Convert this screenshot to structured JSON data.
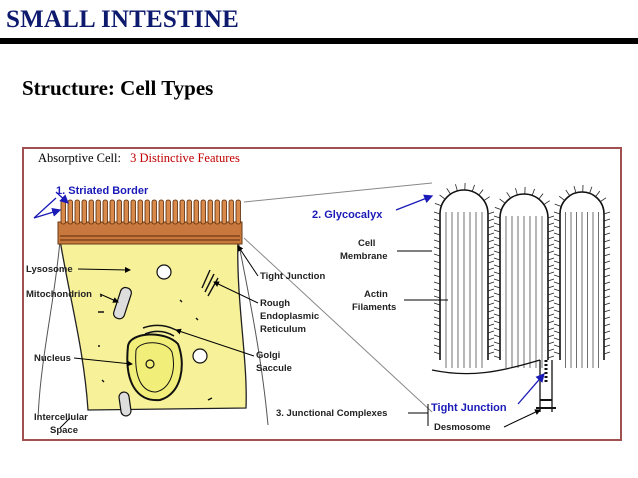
{
  "slide": {
    "title": "SMALL INTESTINE",
    "subtitle": "Structure:  Cell Types"
  },
  "diagram": {
    "header_label": "Absorptive Cell:",
    "header_value": "3 Distinctive Features",
    "feature_striated_border": "1.  Striated Border",
    "feature_glycocalyx": "2.  Glycocalyx",
    "feature_junctional_complexes": "3.  Junctional Complexes",
    "cell_membrane_line1": "Cell",
    "cell_membrane_line2": "Membrane",
    "actin_line1": "Actin",
    "actin_line2": "Filaments",
    "lysosome": "Lysosome",
    "mitochondrion": "Mitochondrion",
    "nucleus": "Nucleus",
    "intercellular_line1": "Intercellular",
    "intercellular_line2": "Space",
    "tight_junction": "Tight Junction",
    "rough_er_line1": "Rough",
    "rough_er_line2": "Endoplasmic",
    "rough_er_line3": "Reticulum",
    "golgi_line1": "Golgi",
    "golgi_line2": "Saccule",
    "tight_junction_zoom": "Tight Junction",
    "desmosome": "Desmosome",
    "colors": {
      "title": "#0d1a6e",
      "frame_border": "#a05050",
      "header_value": "#c00000",
      "blue_label": "#1a1ab8",
      "cytoplasm": "#f7f29a",
      "border_brown": "#c8783c"
    }
  }
}
